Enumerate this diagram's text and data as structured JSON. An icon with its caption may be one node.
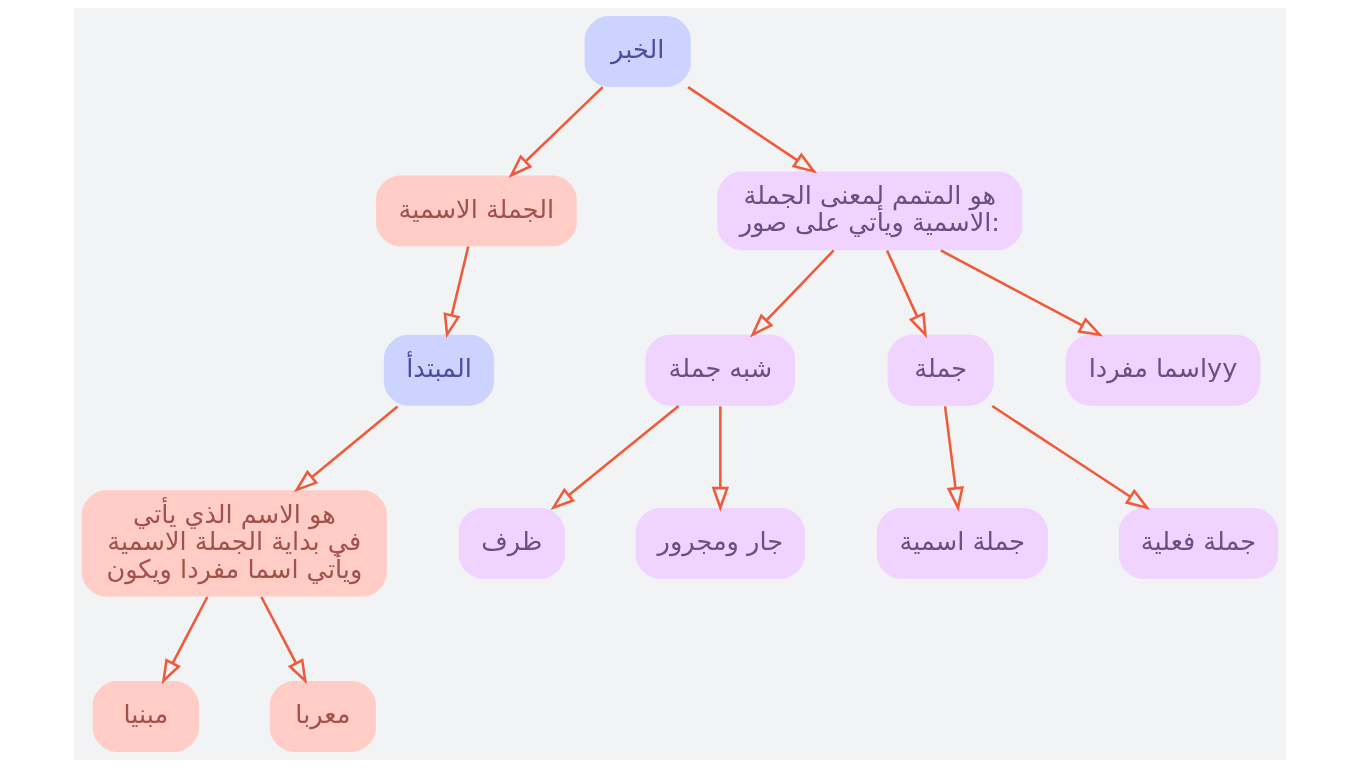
{
  "diagram": {
    "nodes": [
      {
        "text": [
          "الجملة الاسمية"
        ]
      },
      {
        "text": [
          "المبتدأ"
        ]
      },
      {
        "text": [
          "الخبر"
        ]
      },
      {
        "text": [
          "هو الاسم الذي يأتي في بداية الجملة الاسمية ويأتي اسما مفردا ويكون"
        ]
      },
      {
        "text": [
          "مبنيا"
        ]
      },
      {
        "text": [
          "معربا"
        ]
      },
      {
        "text": [
          "هو المتمم لمعنى الجملة الاسمية ويأتي على صور:"
        ]
      },
      {
        "text": [
          "شبه جملة"
        ]
      },
      {
        "text": [
          "ظرف"
        ]
      },
      {
        "text": [
          "جار ومجرور"
        ]
      },
      {
        "text": [
          "جملة"
        ]
      },
      {
        "text": [
          "جملة اسمية"
        ]
      },
      {
        "text": [
          "جملة فعلية"
        ]
      },
      {
        "text": [
          "اسما مفرداyy"
        ]
      }
    ],
    "edges": [
      {
        "from": 0,
        "to": 1,
        "arrow": "to"
      },
      {
        "from": 2,
        "to": 0,
        "arrow": "to"
      },
      {
        "from": 1,
        "to": 3,
        "arrow": "to"
      },
      {
        "from": 3,
        "to": 4,
        "arrow": "to"
      },
      {
        "from": 3,
        "to": 5,
        "arrow": "to"
      },
      {
        "from": 2,
        "to": 6,
        "arrow": "to"
      },
      {
        "from": 6,
        "to": 7,
        "arrow": "to"
      },
      {
        "from": 7,
        "to": 8,
        "arrow": "to"
      },
      {
        "from": 7,
        "to": 9,
        "arrow": "to"
      },
      {
        "from": 6,
        "to": 10,
        "arrow": "to"
      },
      {
        "from": 10,
        "to": 11,
        "arrow": "to"
      },
      {
        "from": 10,
        "to": 12,
        "arrow": "to"
      },
      {
        "from": 6,
        "to": 13,
        "arrow": "to"
      }
    ]
  }
}
